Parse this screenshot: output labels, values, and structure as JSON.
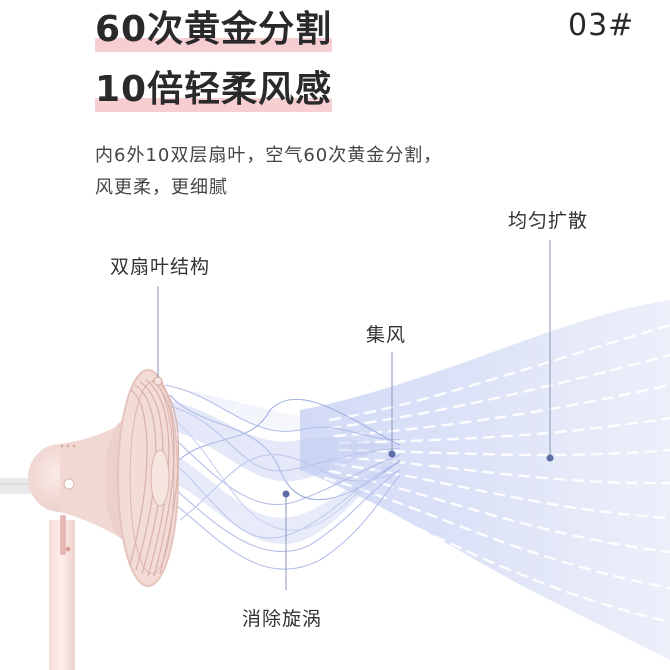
{
  "headline": {
    "line1": "60次黄金分割",
    "line2": "10倍轻柔风感"
  },
  "model_badge": "03#",
  "description": {
    "line1": "内6外10双层扇叶，空气60次黄金分割，",
    "line2": "风更柔，更细腻"
  },
  "callouts": {
    "structure": "双扇叶结构",
    "spread": "均匀扩散",
    "focus": "集风",
    "vortex": "消除旋涡"
  },
  "colors": {
    "highlight": "#f7cfd3",
    "fan_body": "#f3dcd6",
    "airflow": "#c9d2f2",
    "marker": "#5b6ea8"
  }
}
